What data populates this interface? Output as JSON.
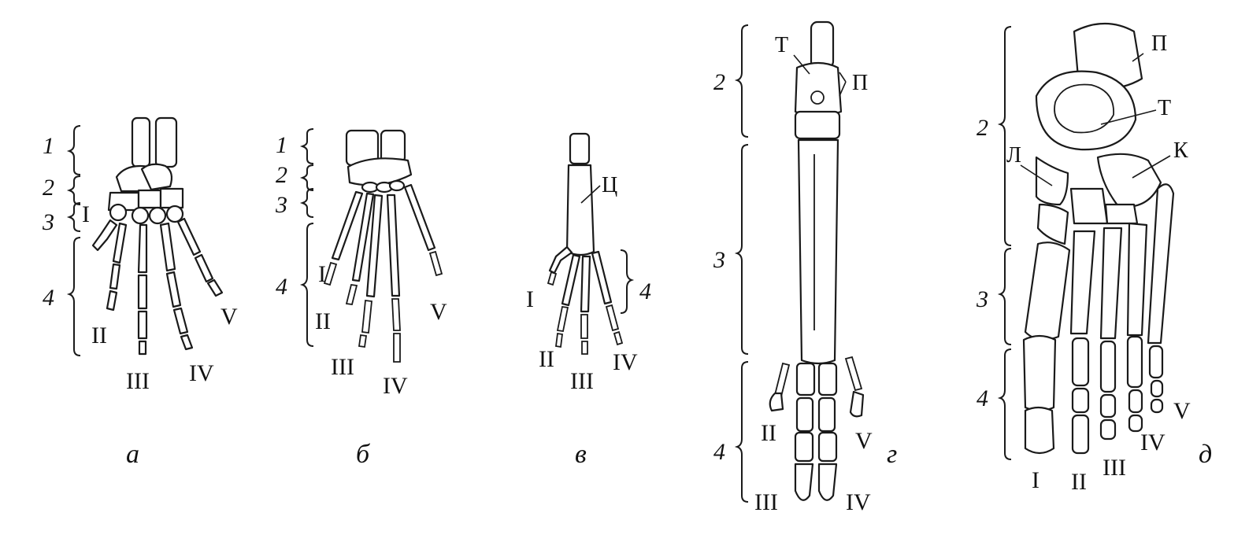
{
  "panels": [
    {
      "id": "a",
      "letter": "а",
      "sections": [
        "1",
        "2",
        "3",
        "4"
      ],
      "digits": [
        "I",
        "II",
        "III",
        "IV",
        "V"
      ]
    },
    {
      "id": "b",
      "letter": "б",
      "sections": [
        "1",
        "2",
        "3",
        "4"
      ],
      "digits": [
        "I",
        "II",
        "III",
        "IV",
        "V"
      ]
    },
    {
      "id": "v",
      "letter": "в",
      "sections": [
        "4"
      ],
      "bone_labels": [
        "Ц"
      ],
      "digits": [
        "I",
        "II",
        "III",
        "IV"
      ]
    },
    {
      "id": "g",
      "letter": "г",
      "sections": [
        "2",
        "3",
        "4"
      ],
      "bone_labels": [
        "Т",
        "П"
      ],
      "digits": [
        "II",
        "III",
        "IV",
        "V"
      ]
    },
    {
      "id": "d",
      "letter": "д",
      "sections": [
        "2",
        "3",
        "4"
      ],
      "bone_labels": [
        "П",
        "Т",
        "Л",
        "К"
      ],
      "digits": [
        "I",
        "II",
        "III",
        "IV",
        "V"
      ]
    }
  ]
}
